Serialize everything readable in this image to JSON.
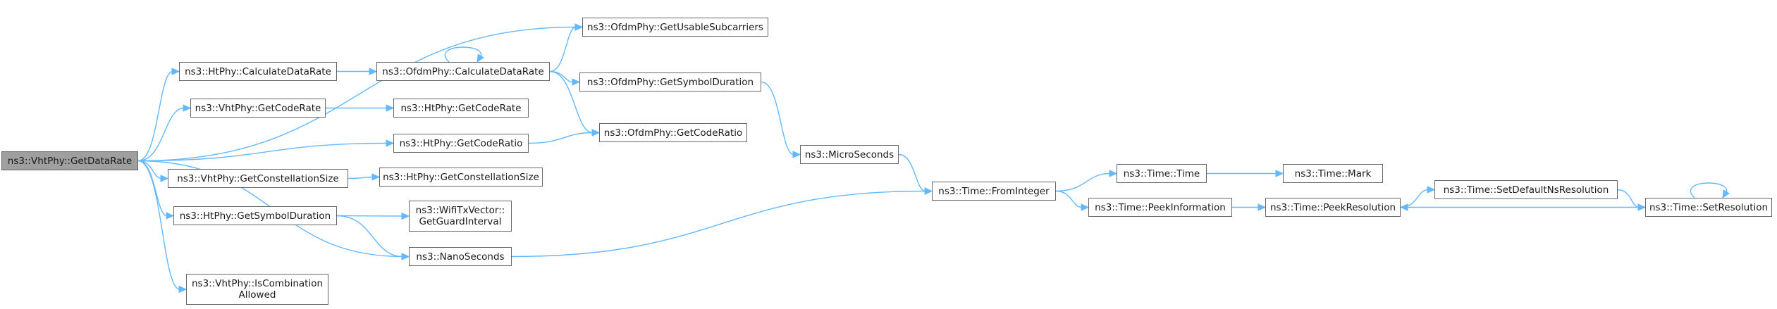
{
  "graph": {
    "colors": {
      "edge": "#63b8ff",
      "node_border": "#666666",
      "root_fill": "#9f9f9f",
      "node_fill": "#ffffff"
    },
    "nodes": {
      "getdatarate": "ns3::VhtPhy::GetDataRate",
      "calculatedatarate_ht": "ns3::HtPhy::CalculateDataRate",
      "getcoderate_vht": "ns3::VhtPhy::GetCodeRate",
      "getcoderatio_ht": "ns3::HtPhy::GetCodeRatio",
      "getconstellationsize_vht": "ns3::VhtPhy::GetConstellationSize",
      "getsymbolduration_ht": "ns3::HtPhy::GetSymbolDuration",
      "iscombinationallowed": "ns3::VhtPhy::IsCombination\nAllowed",
      "getusablesubcarriers": "ns3::OfdmPhy::GetUsableSubcarriers",
      "calculatedatarate_ofdm": "ns3::OfdmPhy::CalculateDataRate",
      "getcoderate_ht": "ns3::HtPhy::GetCodeRate",
      "getconstellationsize_ht": "ns3::HtPhy::GetConstellationSize",
      "getguardinterval": "ns3::WifiTxVector::\nGetGuardInterval",
      "nanoseconds": "ns3::NanoSeconds",
      "getsymbolduration_ofdm": "ns3::OfdmPhy::GetSymbolDuration",
      "getcoderatio_ofdm": "ns3::OfdmPhy::GetCodeRatio",
      "microseconds": "ns3::MicroSeconds",
      "frominteger": "ns3::Time::FromInteger",
      "time": "ns3::Time::Time",
      "peekinformation": "ns3::Time::PeekInformation",
      "mark": "ns3::Time::Mark",
      "peekresolution": "ns3::Time::PeekResolution",
      "setdefaultnsresolution": "ns3::Time::SetDefaultNsResolution",
      "setresolution": "ns3::Time::SetResolution"
    },
    "edges": [
      [
        "getdatarate",
        "getusablesubcarriers"
      ],
      [
        "getdatarate",
        "calculatedatarate_ht"
      ],
      [
        "getdatarate",
        "getcoderate_vht"
      ],
      [
        "getdatarate",
        "getcoderatio_ht"
      ],
      [
        "getdatarate",
        "getconstellationsize_vht"
      ],
      [
        "getdatarate",
        "getsymbolduration_ht"
      ],
      [
        "getdatarate",
        "nanoseconds"
      ],
      [
        "getdatarate",
        "iscombinationallowed"
      ],
      [
        "calculatedatarate_ht",
        "calculatedatarate_ofdm"
      ],
      [
        "calculatedatarate_ofdm",
        "calculatedatarate_ofdm"
      ],
      [
        "calculatedatarate_ofdm",
        "getusablesubcarriers"
      ],
      [
        "calculatedatarate_ofdm",
        "getsymbolduration_ofdm"
      ],
      [
        "calculatedatarate_ofdm",
        "getcoderatio_ofdm"
      ],
      [
        "getcoderate_vht",
        "getcoderate_ht"
      ],
      [
        "getcoderatio_ht",
        "getcoderatio_ofdm"
      ],
      [
        "getconstellationsize_vht",
        "getconstellationsize_ht"
      ],
      [
        "getsymbolduration_ht",
        "getguardinterval"
      ],
      [
        "getsymbolduration_ht",
        "nanoseconds"
      ],
      [
        "getsymbolduration_ofdm",
        "microseconds"
      ],
      [
        "microseconds",
        "frominteger"
      ],
      [
        "nanoseconds",
        "frominteger"
      ],
      [
        "frominteger",
        "time"
      ],
      [
        "frominteger",
        "peekinformation"
      ],
      [
        "time",
        "mark"
      ],
      [
        "peekinformation",
        "peekresolution"
      ],
      [
        "peekresolution",
        "setdefaultnsresolution"
      ],
      [
        "setdefaultnsresolution",
        "setresolution"
      ],
      [
        "setresolution",
        "peekresolution"
      ],
      [
        "setresolution",
        "setresolution"
      ]
    ]
  }
}
